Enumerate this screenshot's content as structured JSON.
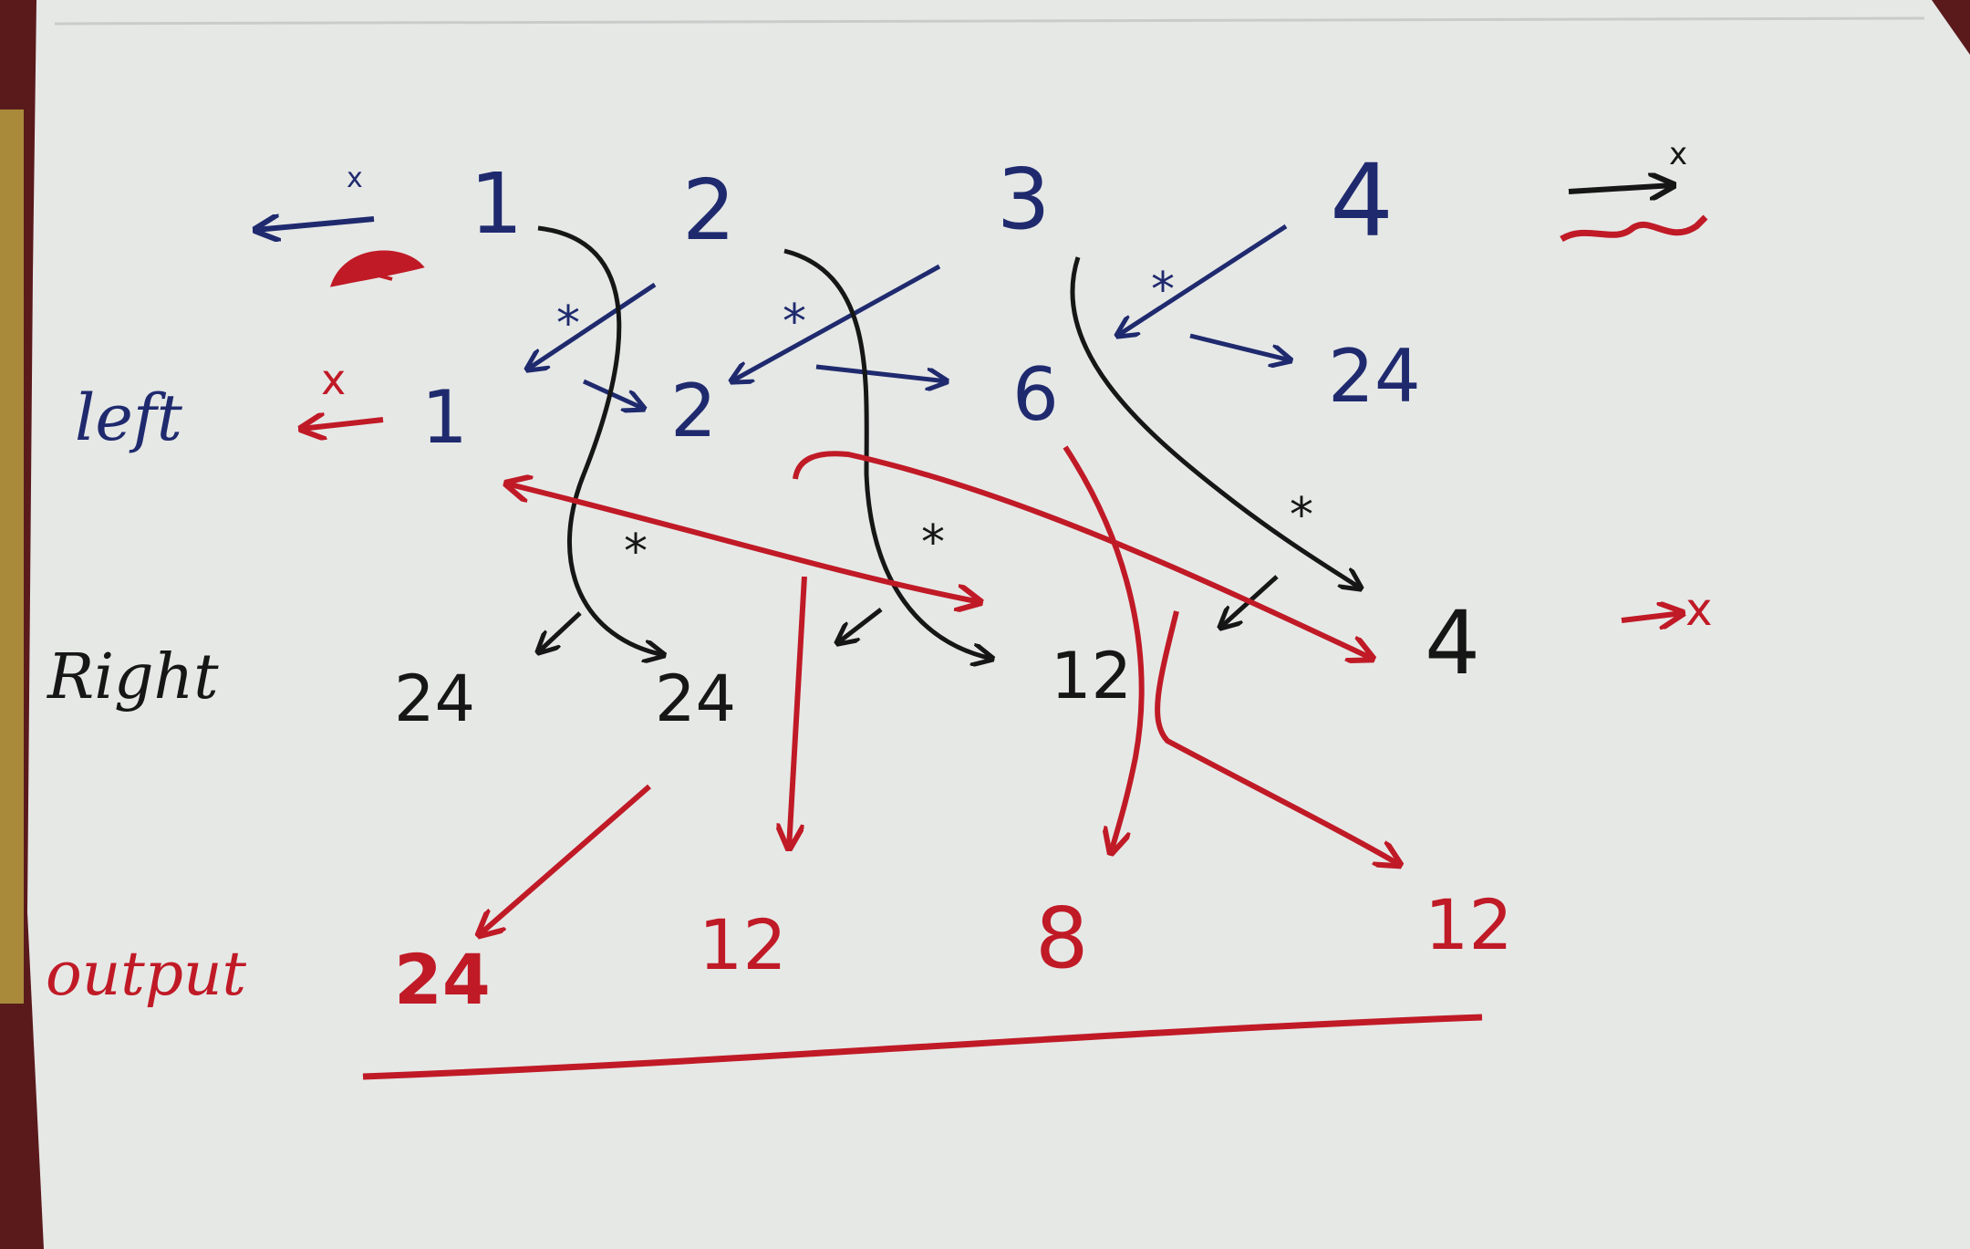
{
  "sheet": {
    "paper_color": "#e6e8e6",
    "background_color": "#5a1a1c",
    "ink": {
      "blue": "#1f2a6e",
      "black": "#161616",
      "red": "#c01a26"
    }
  },
  "input_row": {
    "values": [
      "1",
      "2",
      "3",
      "4"
    ]
  },
  "left_row": {
    "label": "left",
    "values": [
      "1",
      "2",
      "6",
      "24"
    ]
  },
  "right_row": {
    "label": "Right",
    "values": [
      "24",
      "24",
      "12",
      "4"
    ]
  },
  "output_row": {
    "label": "output",
    "values": [
      "24",
      "12",
      "8",
      "12"
    ]
  },
  "marks": {
    "star": "*",
    "times": "x",
    "left_arrow": "←",
    "right_arrow": "→"
  }
}
